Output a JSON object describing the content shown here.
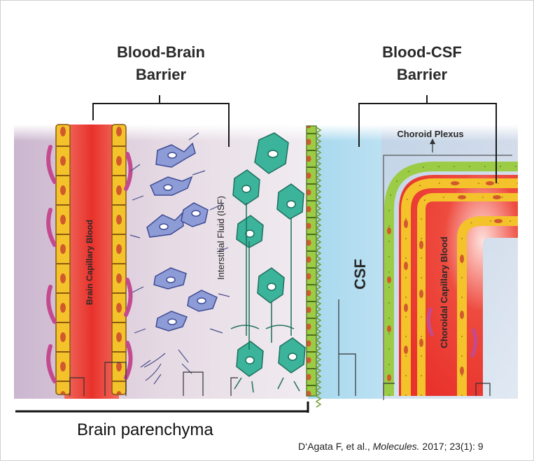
{
  "barriers": {
    "bbb": {
      "line1": "Blood-Brain",
      "line2": "Barrier"
    },
    "bcsfb": {
      "line1": "Blood-CSF",
      "line2": "Barrier"
    }
  },
  "labels": {
    "brain_capillary_blood": "Brain Capillary Blood",
    "interstitial_fluid": "Interstitial Fluid (ISF)",
    "csf": "CSF",
    "choroid_plexus": "Choroid Plexus",
    "choroidal_capillary_blood": "Choroidal Capillary Blood"
  },
  "caption": "Brain parenchyma",
  "citation": {
    "authors": "D‘Agata F, et al., ",
    "journal": "Molecules.",
    "rest": " 2017; 23(1): 9"
  },
  "colors": {
    "blood_red": "#e8322b",
    "csf_blue": "#bfe3f3",
    "capillary_yellow": "#f4c22b",
    "nucleus": "#d2582e",
    "astrocyte": "#8d9bd6",
    "neuron": "#3bb49b",
    "ependymal_green": "#8fc43f"
  }
}
